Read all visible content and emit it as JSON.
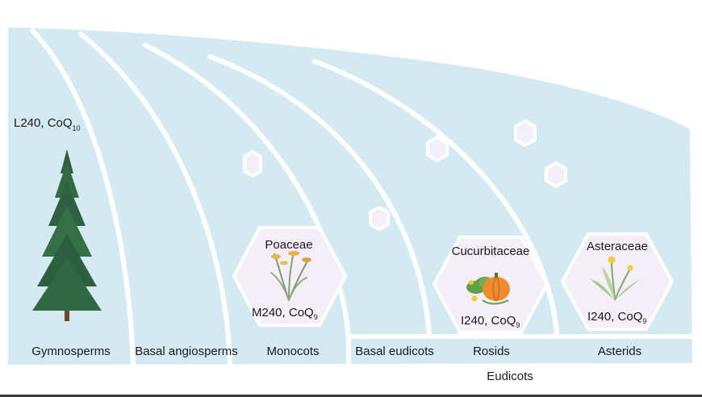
{
  "diagram": {
    "gymnosperm_note": {
      "prefix": "L240, CoQ",
      "subscript": "10"
    },
    "clade_labels": [
      "Gymnosperms",
      "Basal angiosperms",
      "Monocots",
      "Basal eudicots",
      "Rosids",
      "Asterids"
    ],
    "group_label": "Eudicots",
    "families": [
      {
        "name": "Poaceae",
        "note_prefix": "M240, CoQ",
        "note_sub": "9",
        "icon": "grass-plant-icon"
      },
      {
        "name": "Cucurbitaceae",
        "note_prefix": "I240, CoQ",
        "note_sub": "9",
        "icon": "pumpkin-icon"
      },
      {
        "name": "Asteraceae",
        "note_prefix": "I240, CoQ",
        "note_sub": "9",
        "icon": "dandelion-icon"
      }
    ],
    "gymnosperm_icon": "conifer-tree-icon",
    "colors": {
      "panel": "#d3eaf3",
      "divider": "#ffffff",
      "hexagon_fill": "#f3eef8",
      "hexagon_stroke": "#ffffff"
    }
  }
}
